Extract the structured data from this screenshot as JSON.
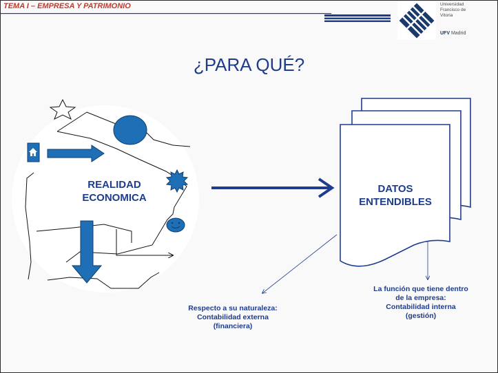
{
  "header": {
    "topic": "TEMA I – EMPRESA Y PATRIMONIO"
  },
  "logo": {
    "lines": [
      "Universidad",
      "Francisco de",
      "Vitoria"
    ],
    "brand": "UFV",
    "brand_suffix": "Madrid"
  },
  "title": "¿PARA QUÉ?",
  "diagram": {
    "left_label": [
      "REALIDAD",
      "ECONOMICA"
    ],
    "right_label": [
      "DATOS",
      "ENTENDIBLES"
    ],
    "annotation_left": [
      "Respecto a su naturaleza:",
      "Contabilidad externa",
      "(financiera)"
    ],
    "annotation_right": [
      "La función que tiene dentro",
      "de la empresa:",
      "Contabilidad interna",
      "(gestión)"
    ]
  },
  "colors": {
    "accent_blue": "#1e3c8c",
    "shape_blue": "#1f6fb6",
    "header_red": "#c0392b",
    "circle_fill": "#ffffff"
  }
}
